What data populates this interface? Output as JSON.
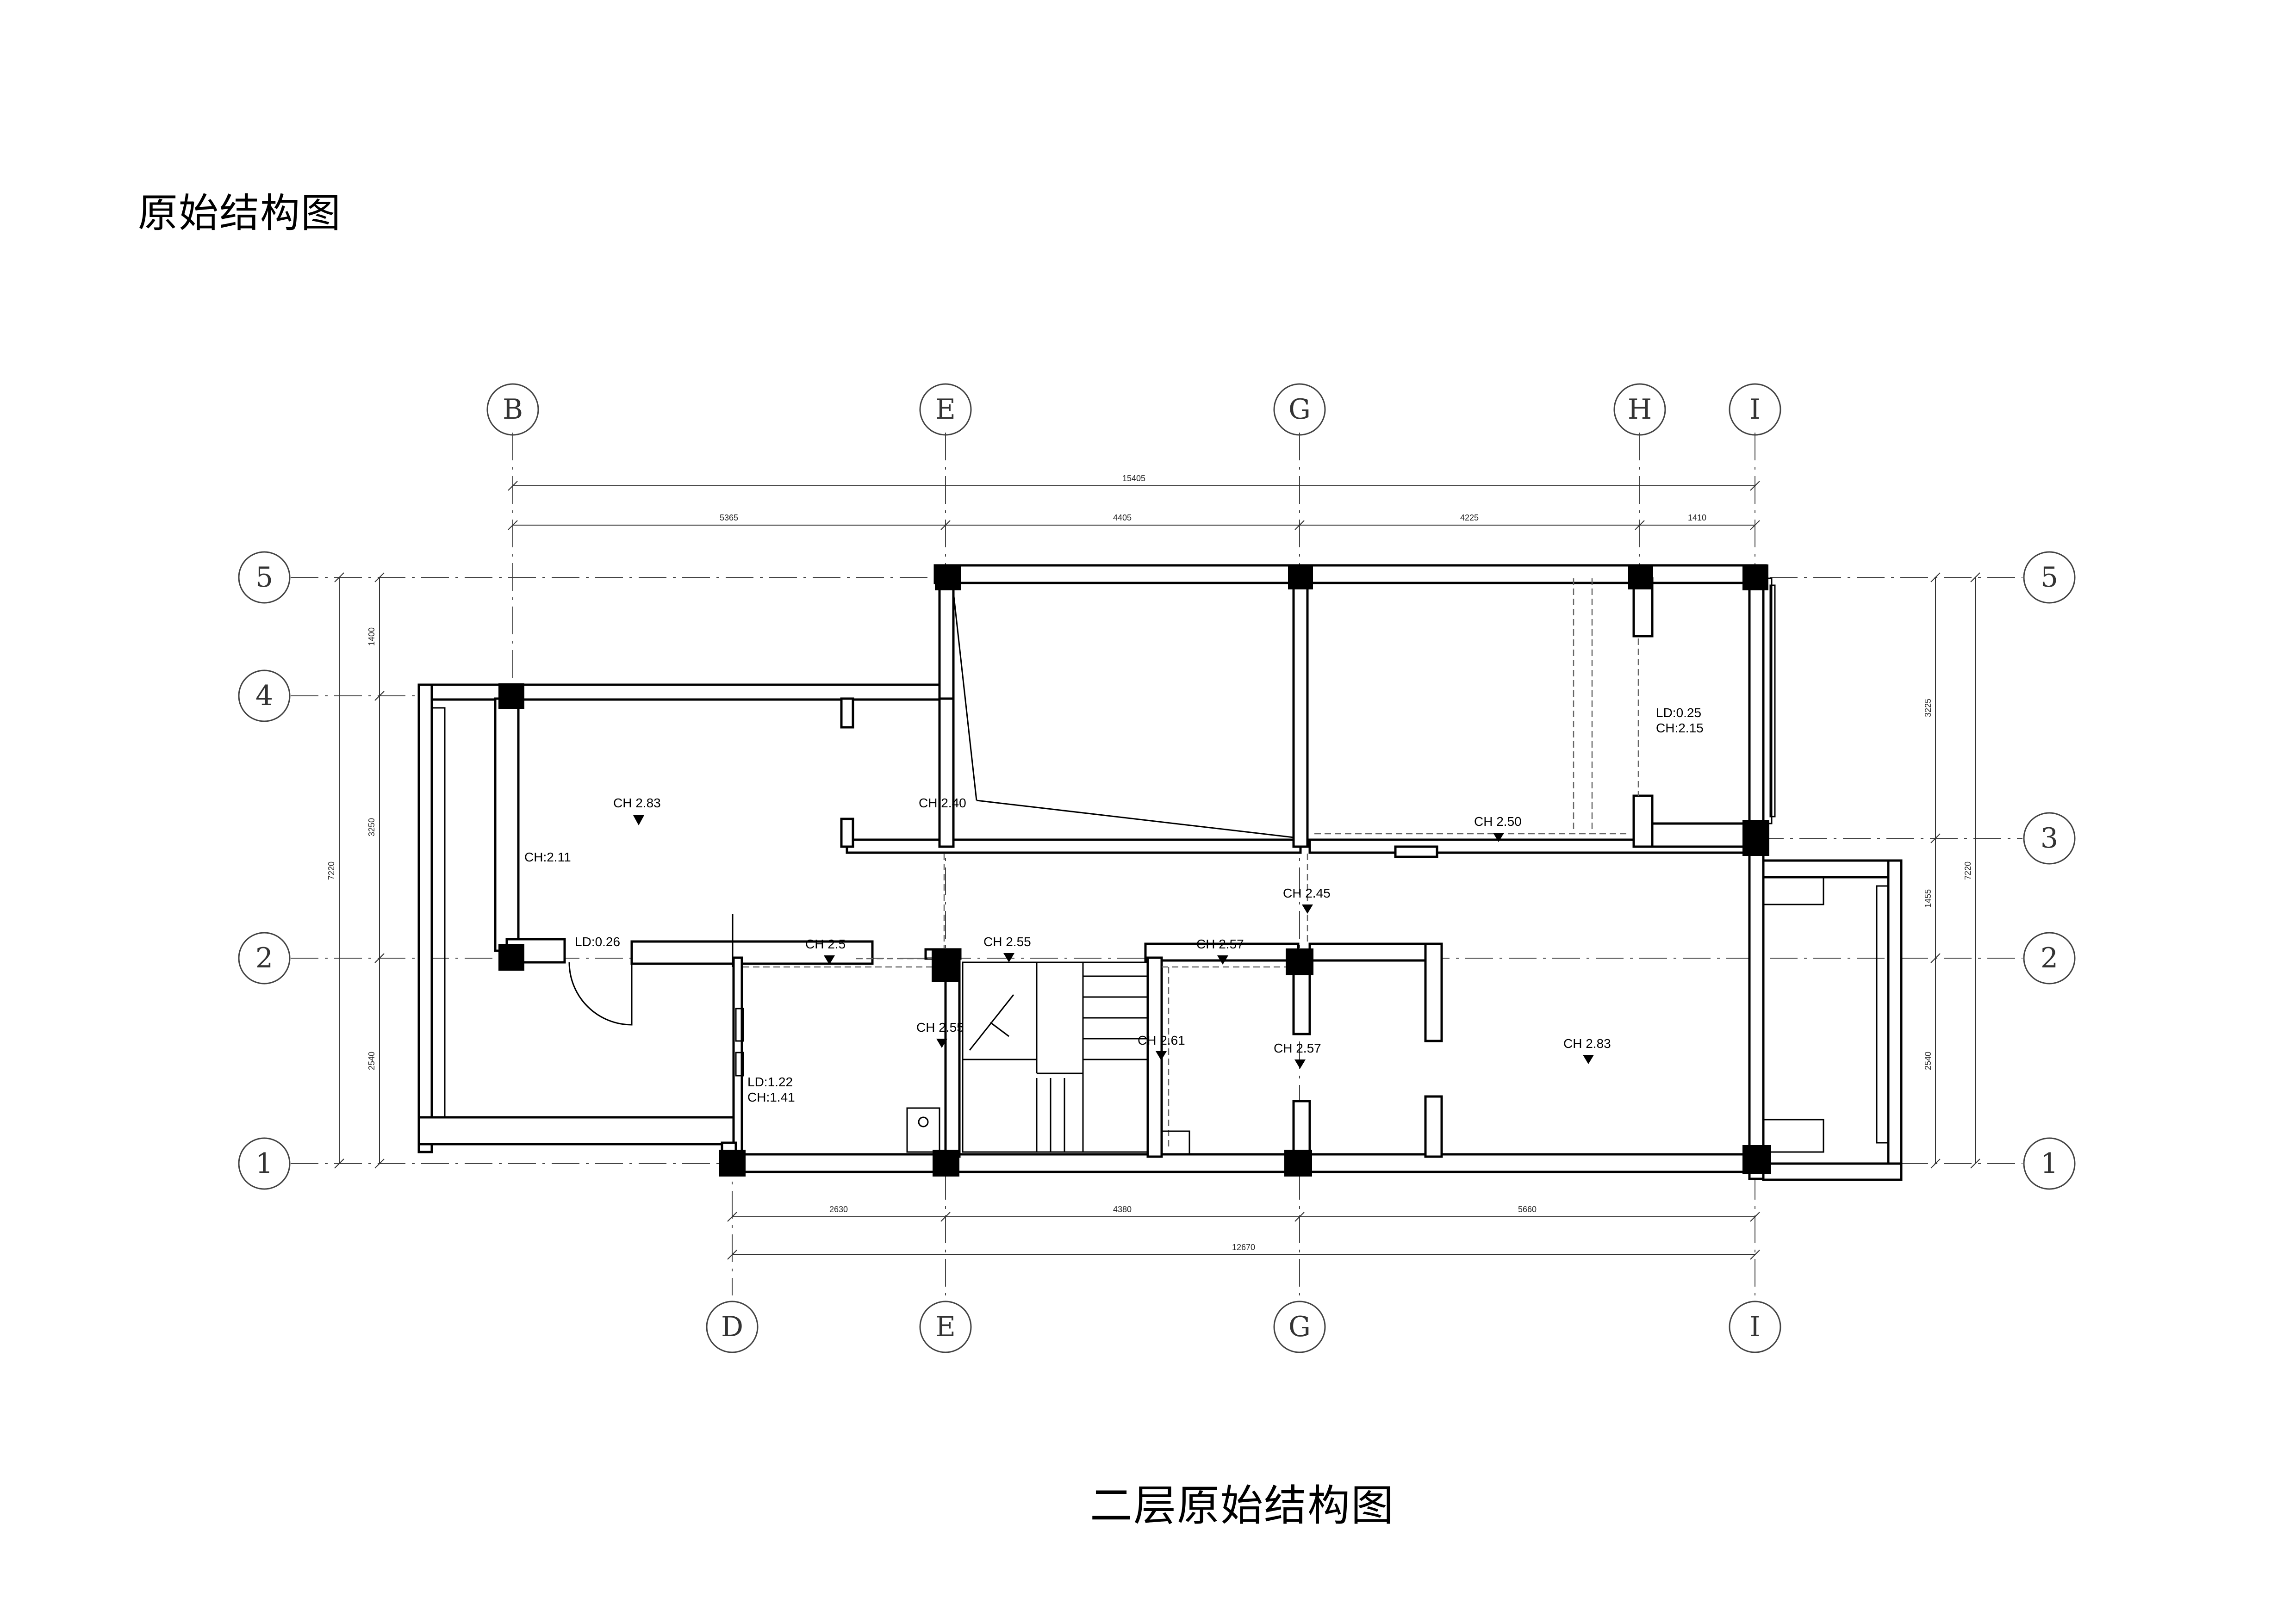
{
  "page_title": "原始结构图",
  "plan_title": "二层原始结构图",
  "axes": {
    "top": [
      "B",
      "E",
      "G",
      "H",
      "I"
    ],
    "bottom": [
      "D",
      "E",
      "G",
      "I"
    ],
    "left": [
      "5",
      "4",
      "2",
      "1"
    ],
    "right": [
      "5",
      "3",
      "2",
      "1"
    ]
  },
  "dimensions": {
    "top_overall": "15405",
    "top_segments": [
      "5365",
      "4405",
      "4225",
      "1410"
    ],
    "bottom_segments": [
      "2630",
      "4380",
      "5660"
    ],
    "bottom_overall": "12670",
    "left_overall": "7220",
    "left_segments": [
      "1400",
      "3250",
      "2540"
    ],
    "right_overall": "7220",
    "right_segments": [
      "3225",
      "1455",
      "2540"
    ]
  },
  "annotations": [
    {
      "id": "ch-283-left",
      "text": "CH 2.83",
      "marker": true
    },
    {
      "id": "ch-211",
      "text": "CH:2.11",
      "marker": false
    },
    {
      "id": "ch-240",
      "text": "CH 2.40",
      "marker": false
    },
    {
      "id": "ld-026",
      "text": "LD:0.26",
      "marker": false
    },
    {
      "id": "ch-2xx",
      "text": "CH 2.5",
      "marker": true
    },
    {
      "id": "ch-255a",
      "text": "CH 2.55",
      "marker": true
    },
    {
      "id": "ch-255b",
      "text": "CH 2.55",
      "marker": true
    },
    {
      "id": "ch-257a",
      "text": "CH 2.57",
      "marker": true
    },
    {
      "id": "ch-245",
      "text": "CH 2.45",
      "marker": true
    },
    {
      "id": "ch-250",
      "text": "CH 2.50",
      "marker": true
    },
    {
      "id": "ld-025",
      "text": "LD:0.25",
      "marker": false
    },
    {
      "id": "ch-215",
      "text": "CH:2.15",
      "marker": false
    },
    {
      "id": "ch-261",
      "text": "CH 2.61",
      "marker": true
    },
    {
      "id": "ch-257b",
      "text": "CH 2.57",
      "marker": true
    },
    {
      "id": "ch-283-right",
      "text": "CH 2.83",
      "marker": true
    },
    {
      "id": "ld-122",
      "text": "LD:1.22",
      "marker": false
    },
    {
      "id": "ch-141",
      "text": "CH:1.41",
      "marker": false
    }
  ]
}
